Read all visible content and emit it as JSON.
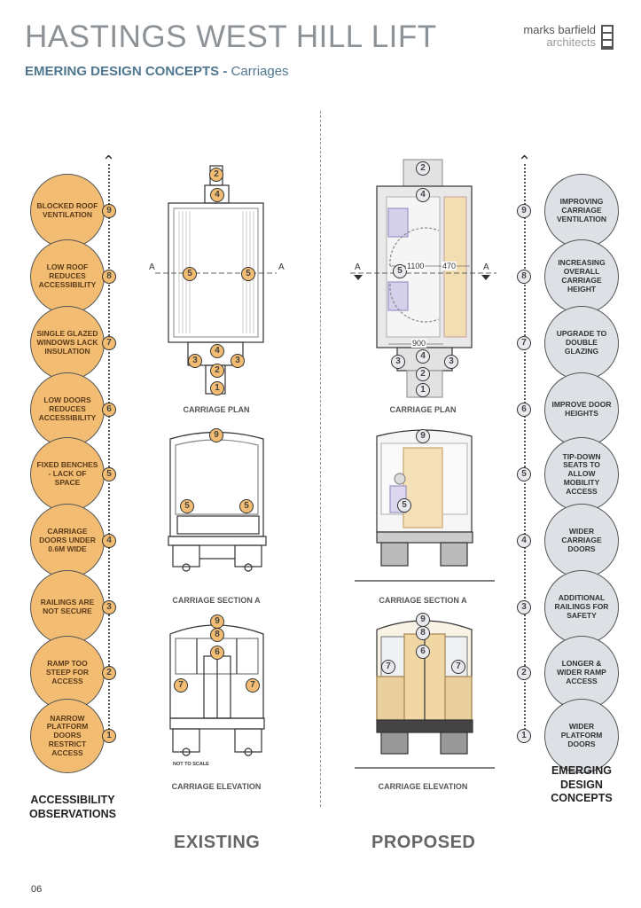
{
  "header": {
    "title": "HASTINGS WEST HILL LIFT",
    "subtitle_bold": "EMERING DESIGN CONCEPTS - ",
    "subtitle_light": "Carriages",
    "logo_line1": "marks barfield",
    "logo_line2": "architects"
  },
  "observations": [
    {
      "n": "9",
      "text": "BLOCKED ROOF VENTILATION"
    },
    {
      "n": "8",
      "text": "LOW ROOF REDUCES ACCESSIBILITY"
    },
    {
      "n": "7",
      "text": "SINGLE GLAZED WINDOWS LACK INSULATION"
    },
    {
      "n": "6",
      "text": "LOW DOORS REDUCES ACCESSIBILITY"
    },
    {
      "n": "5",
      "text": "FIXED BENCHES - LACK OF SPACE"
    },
    {
      "n": "4",
      "text": "CARRIAGE DOORS UNDER 0.6M WIDE"
    },
    {
      "n": "3",
      "text": "RAILINGS ARE NOT SECURE"
    },
    {
      "n": "2",
      "text": "RAMP TOO STEEP FOR ACCESS"
    },
    {
      "n": "1",
      "text": "NARROW PLATFORM DOORS RESTRICT ACCESS"
    }
  ],
  "concepts": [
    {
      "n": "9",
      "text": "IMPROVING CARRIAGE VENTILATION"
    },
    {
      "n": "8",
      "text": "INCREASING OVERALL CARRIAGE HEIGHT"
    },
    {
      "n": "7",
      "text": "UPGRADE TO DOUBLE GLAZING"
    },
    {
      "n": "6",
      "text": "IMPROVE DOOR HEIGHTS"
    },
    {
      "n": "5",
      "text": "TIP-DOWN SEATS TO ALLOW MOBILITY ACCESS"
    },
    {
      "n": "4",
      "text": "WIDER CARRIAGE DOORS"
    },
    {
      "n": "3",
      "text": "ADDITIONAL RAILINGS FOR SAFETY"
    },
    {
      "n": "2",
      "text": "LONGER & WIDER RAMP ACCESS"
    },
    {
      "n": "1",
      "text": "WIDER PLATFORM DOORS"
    }
  ],
  "captions": {
    "plan": "CARRIAGE PLAN",
    "section": "CARRIAGE SECTION A",
    "elevation": "CARRIAGE ELEVATION",
    "not_to_scale": "NOT TO SCALE"
  },
  "section_marker": "A",
  "dimensions": {
    "d1": "1100",
    "d2": "470",
    "d3": "900"
  },
  "labels": {
    "left_heading": "ACCESSIBILITY OBSERVATIONS",
    "right_heading": "EMERGING DESIGN CONCEPTS",
    "existing": "EXISTING",
    "proposed": "PROPOSED"
  },
  "page_number": "06",
  "colors": {
    "observation": "#f2bd72",
    "concept": "#dde1e6",
    "accent": "#4f7790"
  }
}
